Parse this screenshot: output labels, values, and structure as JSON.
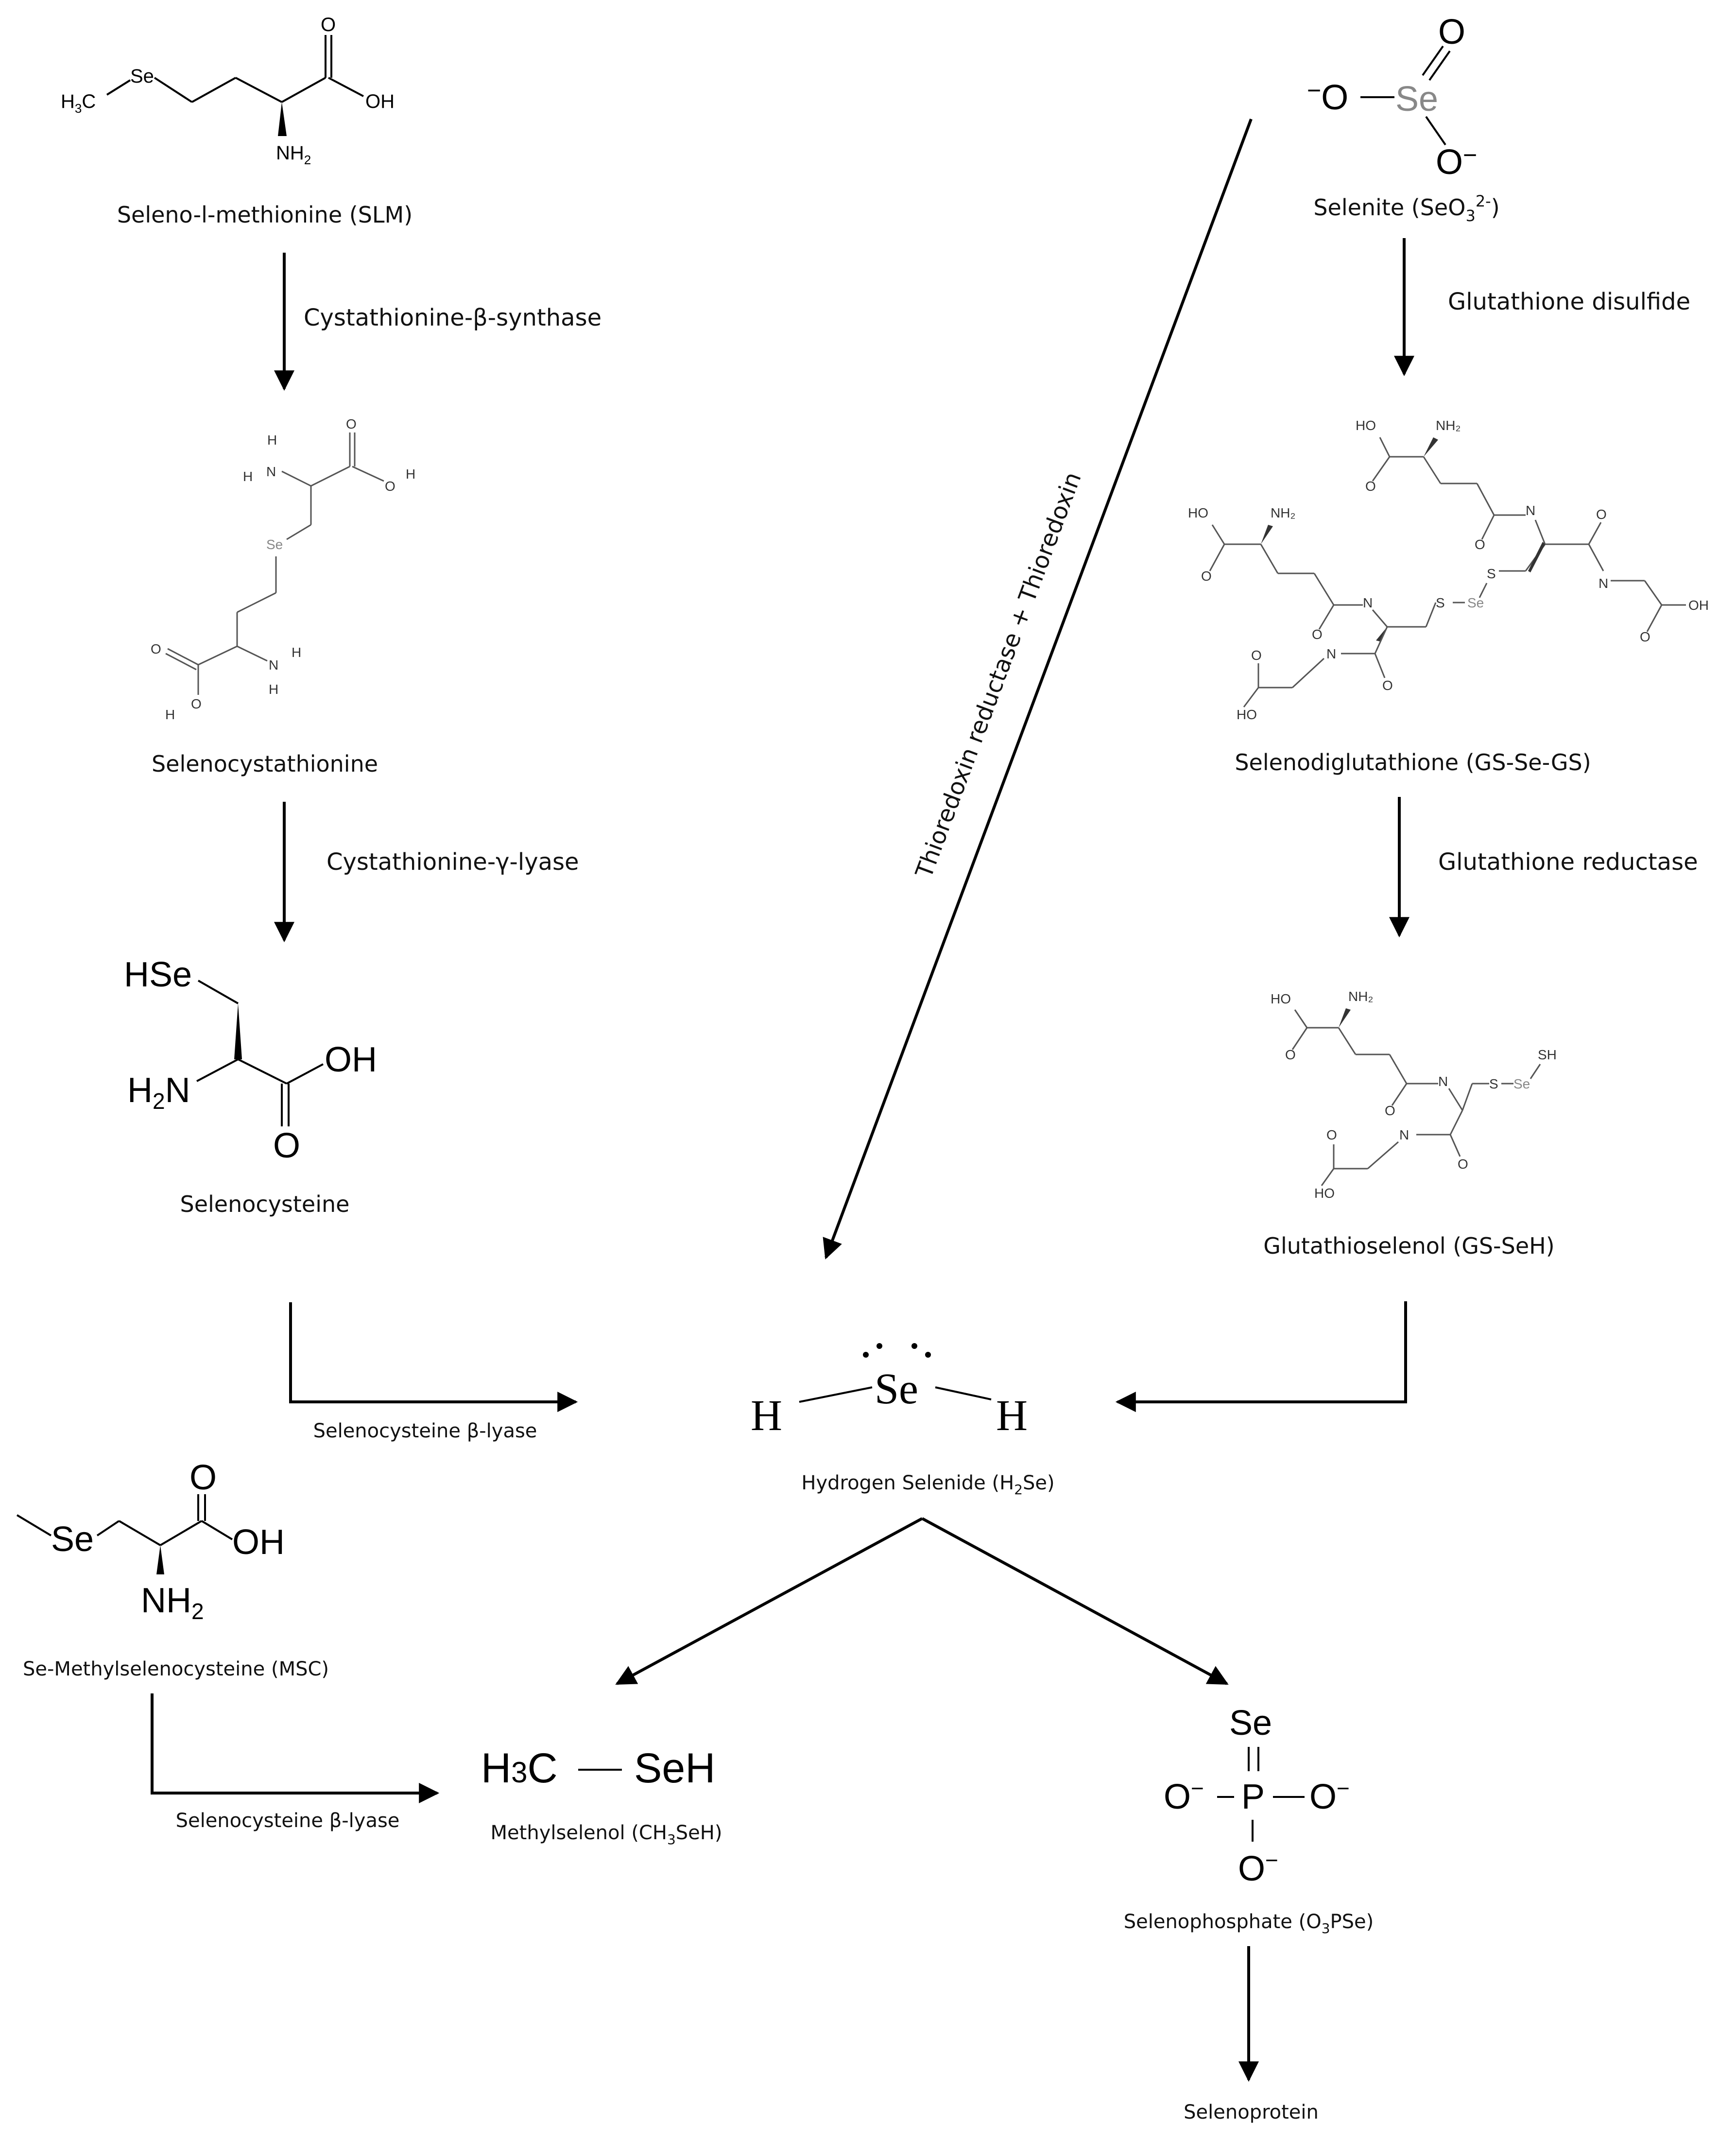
{
  "compounds": {
    "slm": "Seleno-l-methionine (SLM)",
    "selenocystathionine": "Selenocystathionine",
    "selenocysteine": "Selenocysteine",
    "msc": "Se-Methylselenocysteine (MSC)",
    "selenite_prefix": "Selenite (SeO",
    "selenite_sub": "3",
    "selenite_sup": "2-",
    "selenite_suffix": ")",
    "gsseg": "Selenodiglutathione (GS-Se-GS)",
    "gsseh": "Glutathioselenol (GS-SeH)",
    "h2se_prefix": "Hydrogen Selenide (H",
    "h2se_sub": "2",
    "h2se_suffix": "Se)",
    "methylselenol_prefix": "Methylselenol (CH",
    "methylselenol_sub": "3",
    "methylselenol_suffix": "SeH)",
    "selenophosphate_prefix": "Selenophosphate (O",
    "selenophosphate_sub": "3",
    "selenophosphate_suffix": "PSe)",
    "selenoprotein": "Selenoprotein"
  },
  "enzymes": {
    "cbs": "Cystathionine-β-synthase",
    "cgl": "Cystathionine-γ-lyase",
    "scl1": "Selenocysteine β-lyase",
    "scl2": "Selenocysteine β-lyase",
    "gssg": "Glutathione disulfide",
    "gr": "Glutathione reductase",
    "trx": "Thioredoxin reductase + Thioredoxin"
  },
  "atoms": {
    "se": "Se",
    "h": "H",
    "o": "O",
    "oh": "OH",
    "nh2": "NH",
    "n": "N",
    "p": "P",
    "s": "S",
    "sh": "SH",
    "ho": "HO",
    "hse": "HSe",
    "h2n": "H",
    "h3c": "H",
    "c": "C",
    "seh": "SeH",
    "o_minus": "O",
    "minus": "−",
    "two": "2",
    "three": "3",
    "nh2_small": "NH₂",
    "nh_small": "NH"
  }
}
